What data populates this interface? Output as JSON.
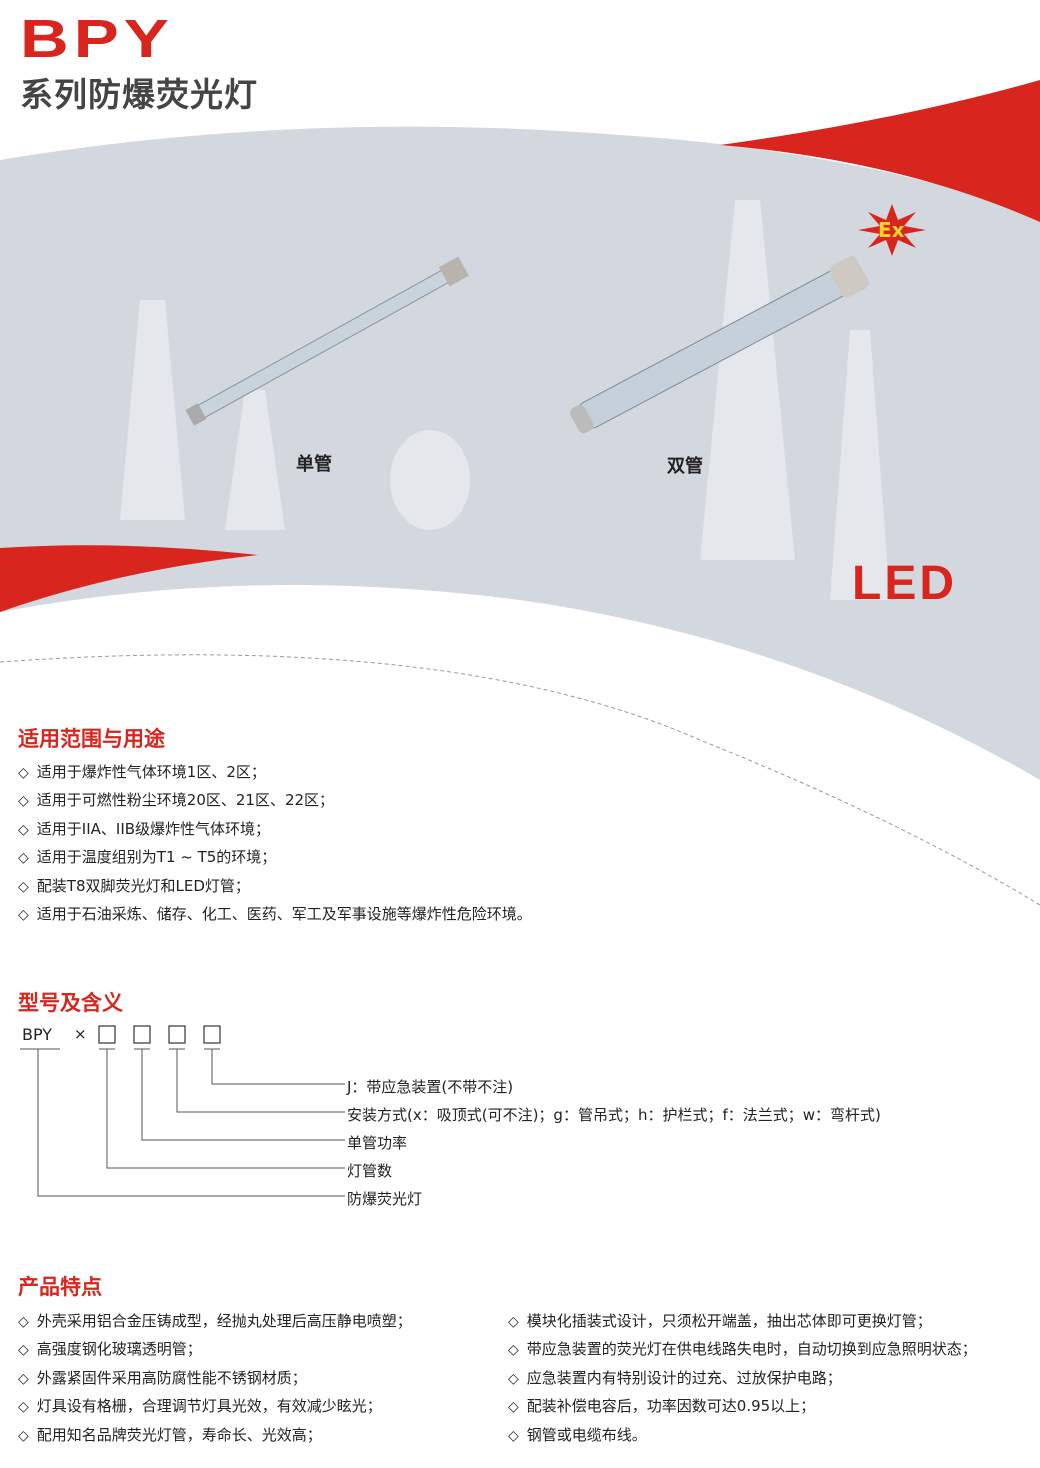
{
  "header": {
    "brand": "BPY",
    "subtitle": "系列防爆荧光灯"
  },
  "hero": {
    "single_label": "单管",
    "double_label": "双管",
    "led_label": "LED",
    "ex_badge": "Ex"
  },
  "scope": {
    "title": "适用范围与用途",
    "items": [
      "适用于爆炸性气体环境1区、2区；",
      "适用于可燃性粉尘环境20区、21区、22区；",
      "适用于IIA、IIB级爆炸性气体环境；",
      "适用于温度组别为T1 ~ T5的环境；",
      "配装T8双脚荧光灯和LED灯管；",
      "适用于石油采炼、储存、化工、医药、军工及军事设施等爆炸性危险环境。"
    ]
  },
  "model": {
    "title": "型号及含义",
    "prefix": "BPY",
    "times": "×",
    "meanings": [
      "J：带应急装置(不带不注)",
      "安装方式(x：吸顶式(可不注)；g：管吊式；h：护栏式；f：法兰式；w：弯杆式)",
      "单管功率",
      "灯管数",
      "防爆荧光灯"
    ]
  },
  "features": {
    "title": "产品特点",
    "left": [
      "外壳采用铝合金压铸成型，经抛丸处理后高压静电喷塑；",
      "高强度钢化玻璃透明管；",
      "外露紧固件采用高防腐性能不锈钢材质；",
      "灯具设有格栅，合理调节灯具光效，有效减少眩光；",
      "配用知名品牌荧光灯管，寿命长、光效高；"
    ],
    "right": [
      "模块化插装式设计，只须松开端盖，抽出芯体即可更换灯管；",
      "带应急装置的荧光灯在供电线路失电时，自动切换到应急照明状态；",
      "应急装置内有特别设计的过充、过放保护电路；",
      "配装补偿电容后，功率因数可达0.95以上；",
      "钢管或电缆布线。"
    ]
  },
  "bullet": "◇",
  "colors": {
    "brand_red": "#d8261e",
    "hero_gray": "#d3d8de"
  }
}
